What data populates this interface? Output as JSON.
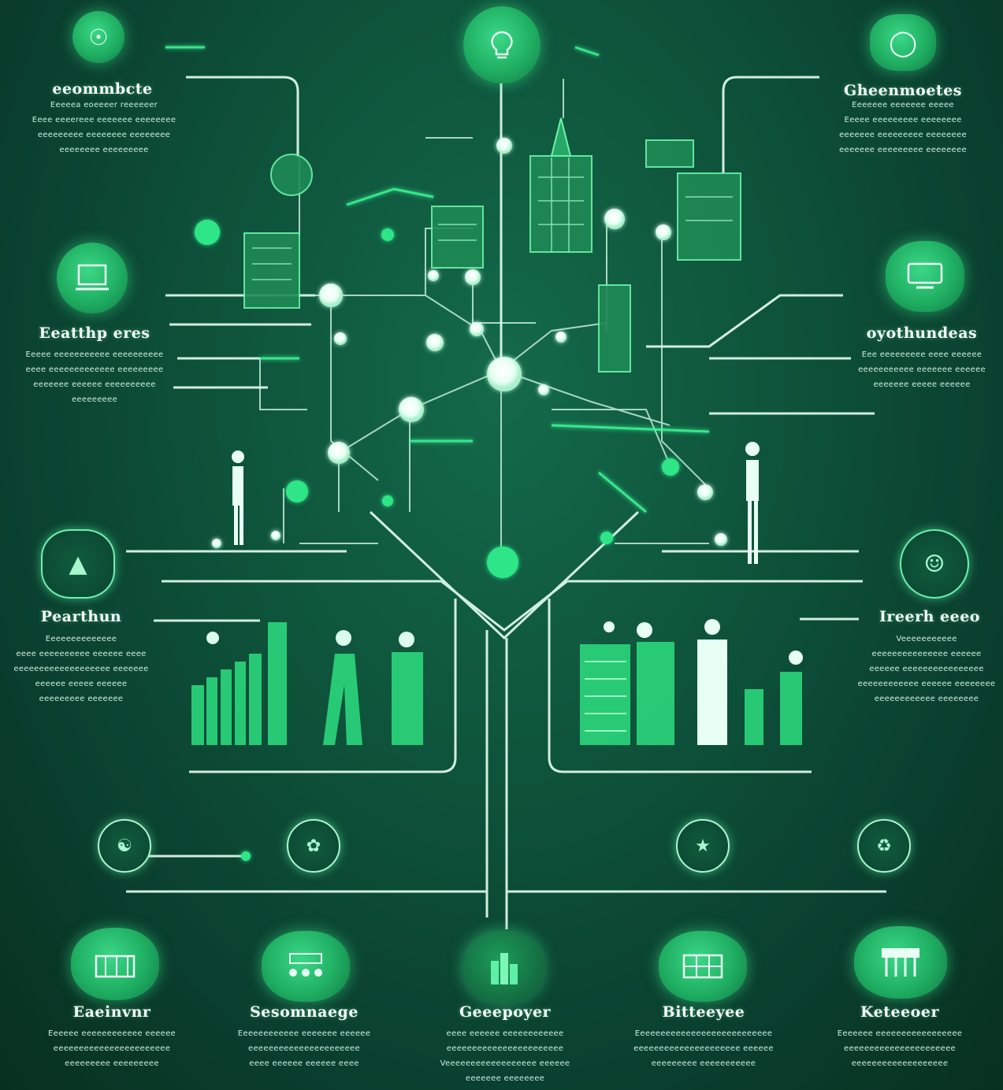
{
  "colors": {
    "background": "#0d5039",
    "accent": "#2ed67f",
    "line": "#e6fff2",
    "glow": "#7dffbf"
  },
  "top_left": {
    "title": "eeommbcte",
    "description": "Eeeeea eoeeeer reeeeeer\nEeee eeeereee eeeeeee eeeeeeee\neeeeeeeee eeeeeeee eeeeeeee\neeeeeeee eeeeeeeee",
    "icon": "lightbulb-icon"
  },
  "top_right": {
    "title": "Gheenmoetes",
    "description": "Eeeeeee eeeeeee eeeee\nEeeee eeeeeeeee eeeeeeee\neeeeeee eeeeeeeee eeeeeeee\neeeeeee eeeeeeeee eeeeeeee",
    "icon": "globe-icon"
  },
  "mid_left": {
    "title": "Eeatthp eres",
    "description": "Eeeee eeeeeeeeeee eeeeeeeeee\neeee eeeeeeeeeeeee eeeeeeeee\neeeeeee eeeeee eeeeeeeeee\neeeeeeeee",
    "icon": "laptop-icon"
  },
  "mid_right": {
    "title": "oyothundeas",
    "description": "Eee eeeeeeeee eeee eeeeee\neeeeeeeeeee eeeeeee eeeeee\neeeeeee eeeee eeeeee",
    "icon": "monitor-icon"
  },
  "lower_left": {
    "title": "Pearthun",
    "description": "Eeeeeeeeeeeeee\neeee eeeeeeeeee eeeeee eeee\neeeeeeeeeeeeeeeeeee eeeeeee\neeeeee eeeee eeeeee\neeeeeeeee eeeeeee",
    "icon": "network-icon"
  },
  "lower_right": {
    "title": "Ireerh eeeo",
    "description": "Veeeeeeeeeee\neeeeeeeeeeeeeee eeeeee\neeeeee eeeeeeeeeeeeeeee\neeeeeeeeeeee eeeeee eeeeeeee\neeeeeeeeeeee eeeeeeee",
    "icon": "people-icon"
  },
  "bottom": [
    {
      "title": "Eaeinvnr",
      "description": "Eeeeee eeeeeeeeeeee eeeeee\neeeeeeeeeeeeeeeeeeeeeee\neeeeeeeee eeeeeeeee",
      "icon": "factory-icon"
    },
    {
      "title": "Sesomnaege",
      "description": "Eeeeeeeeeeee eeeeeee eeeeee\neeeeeeeeeeeeeeeeeeeeee\neeee eeeeee eeeeee eeee",
      "icon": "server-icon"
    },
    {
      "title": "Geeepoyer",
      "description": "eeee eeeeee eeeeeeeeeeee\neeeeeeeeeeeeeeeeeeeeeee\nVeeeeeeeeeeeeeeeeee eeeeee\neeeeeee eeeeeeee",
      "icon": "city-icon"
    },
    {
      "title": "Bitteeyee",
      "description": "Eeeeeeeeeeeeeeeeeeeeeeeeeee\neeeeeeeeeeeeeeeeeeeee eeeeee\neeeeeeeee eeeeeeeeeee",
      "icon": "grid-icon"
    },
    {
      "title": "Keteeoer",
      "description": "Eeeeeee eeeeeeeeeeeeeeeee\neeeeeeeeeeeeeeeeeeeeee\neeeeeeeeeeeeeeeeeee",
      "icon": "building-icon"
    }
  ],
  "lower_badges": [
    "handshake-icon",
    "leaf-icon",
    "person-icon",
    "recycle-icon"
  ]
}
